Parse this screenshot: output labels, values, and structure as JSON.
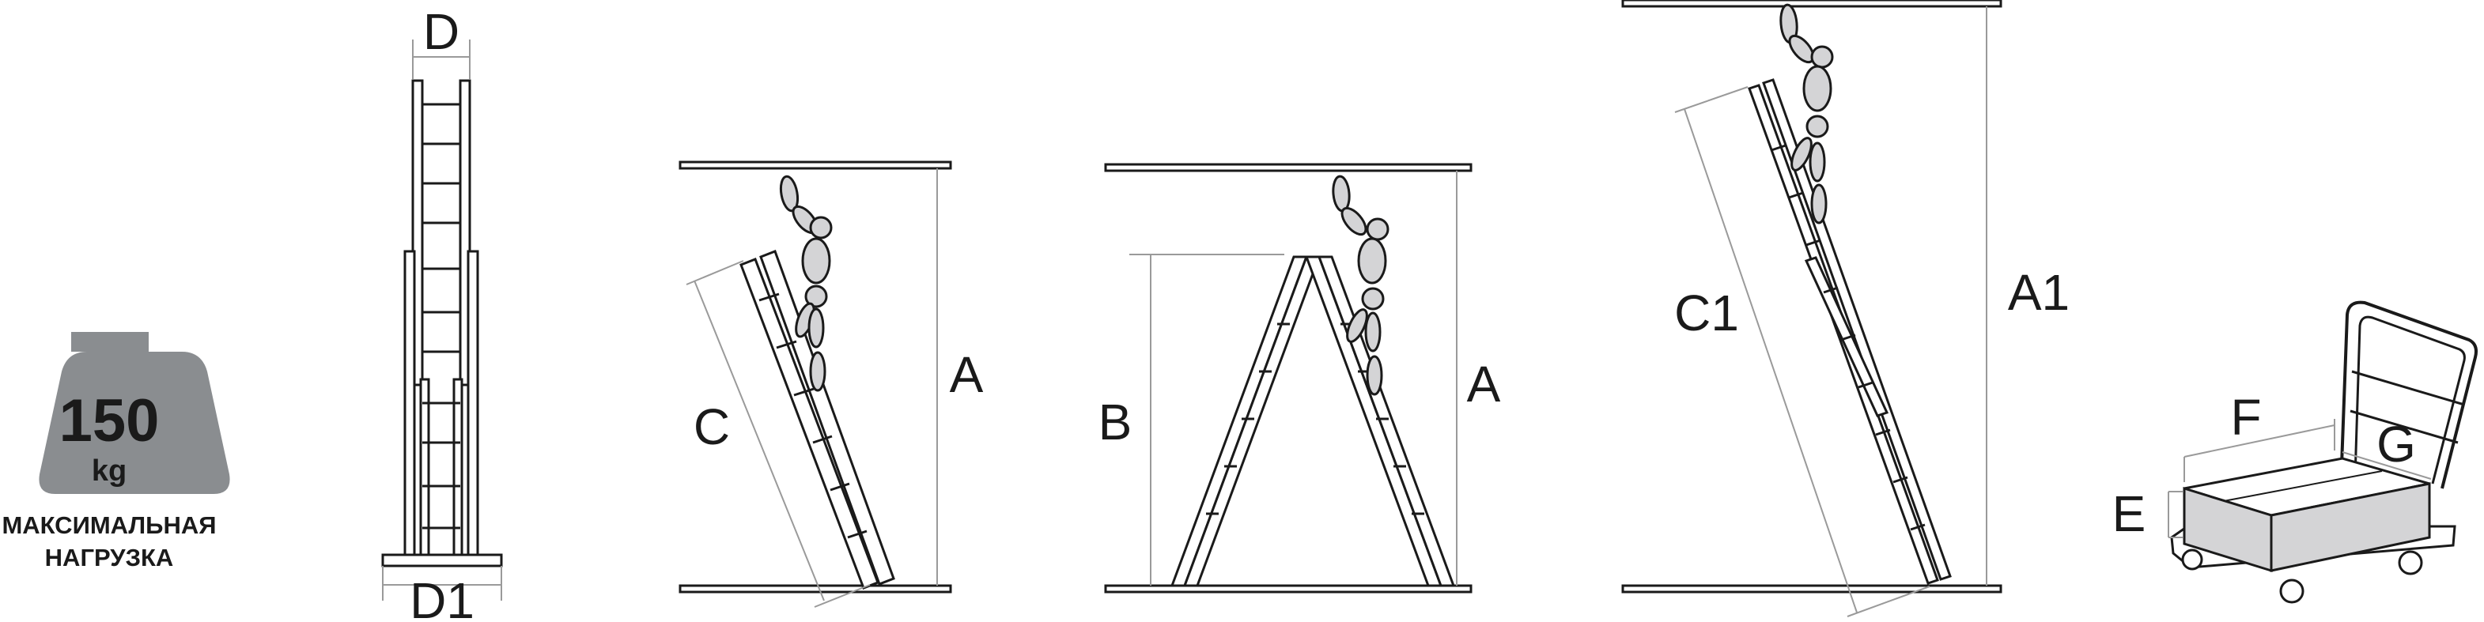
{
  "badge": {
    "value": "150",
    "unit": "kg",
    "caption_line1": "МАКСИМАЛЬНАЯ",
    "caption_line2": "НАГРУЗКА",
    "color": "#8a8d90"
  },
  "dimensions": {
    "D": "D",
    "D1": "D1",
    "A_lean": "A",
    "C": "C",
    "B": "B",
    "A_trestle": "A",
    "C1": "C1",
    "A1": "A1",
    "E": "E",
    "F": "F",
    "G": "G"
  },
  "colors": {
    "line": "#1a1a1a",
    "dimension": "#9a9a9a",
    "figure": "#d4d4d6"
  }
}
